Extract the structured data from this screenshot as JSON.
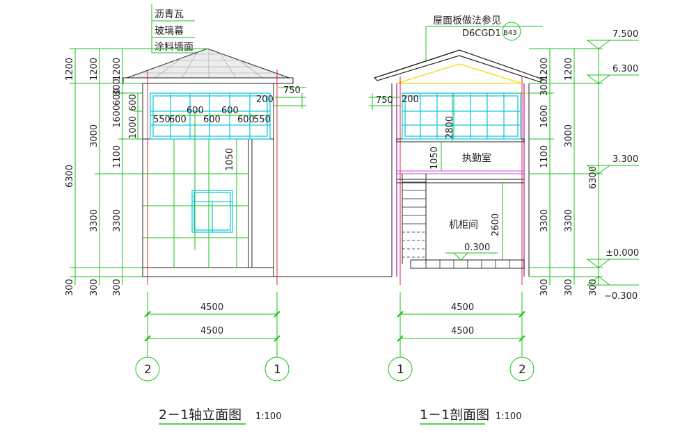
{
  "left_view": {
    "title": "2－1轴立面图",
    "scale": "1:100",
    "callouts": [
      "沥青瓦",
      "玻璃幕",
      "涂料墙面"
    ],
    "vertical_dims_outer": [
      "1200",
      "6300",
      "300"
    ],
    "vertical_dims_mid": [
      "1200",
      "3000",
      "3300",
      "300"
    ],
    "vertical_dims_inner": [
      "1200",
      "300",
      "1600",
      "600",
      "1100",
      "3300",
      "300"
    ],
    "vertical_dims_innermost": [
      "600",
      "1000"
    ],
    "curtain_dims_top": [
      "600",
      "600"
    ],
    "curtain_dims_bottom": [
      "550",
      "600",
      "600",
      "600",
      "550"
    ],
    "dim_200": "200",
    "dim_750": "750",
    "dim_1050": "1050",
    "width_dims": [
      "4500",
      "4500"
    ],
    "axis_left": "2",
    "axis_right": "1"
  },
  "right_view": {
    "title": "1－1剖面图",
    "scale": "1:100",
    "roof_note": "屋面板做法参见",
    "roof_ref_code": "D6CGD1",
    "roof_ref_tag": "B43",
    "room_upper": "执勤室",
    "room_lower": "机柜间",
    "dim_750": "750",
    "dim_200": "200",
    "dim_2800": "2800",
    "dim_1050": "1050",
    "dim_2600": "2600",
    "floor_level_value": "0.300",
    "vertical_dims_inner": [
      "1200",
      "300",
      "1600",
      "1100",
      "3300",
      "300"
    ],
    "vertical_dims_mid": [
      "1200",
      "3000",
      "3300",
      "300"
    ],
    "vertical_dims_outer": [
      "6300",
      "300"
    ],
    "elevations": [
      "7.500",
      "6.300",
      "3.300",
      "±0.000",
      "−0.300"
    ],
    "width_dims": [
      "4500",
      "4500"
    ],
    "axis_left": "1",
    "axis_right": "2"
  }
}
